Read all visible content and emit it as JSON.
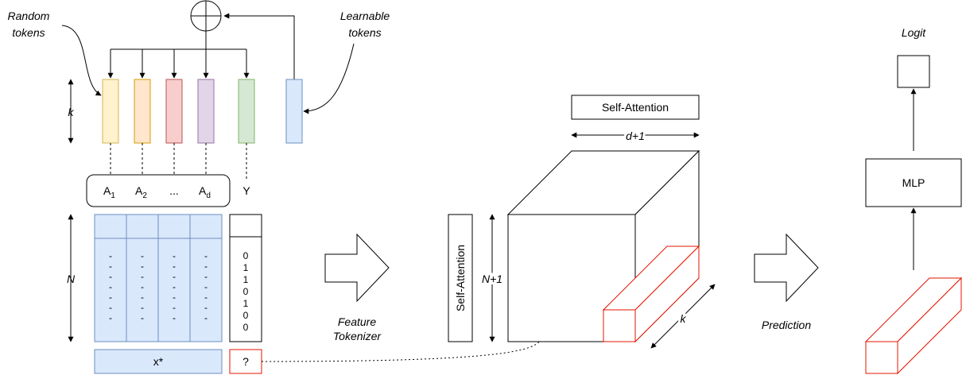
{
  "labels": {
    "random_tokens_line1": "Random",
    "random_tokens_line2": "tokens",
    "learnable_tokens_line1": "Learnable",
    "learnable_tokens_line2": "tokens",
    "k_dim": "k",
    "n_dim": "N",
    "attr_a": "A",
    "attr_sub_1": "1",
    "attr_sub_2": "2",
    "attr_sub_d": "d",
    "attr_ellipsis": "...",
    "target": "Y",
    "target_values": [
      "0",
      "1",
      "1",
      "0",
      "1",
      "0",
      "0"
    ],
    "cell_dash": "-",
    "query_row": "x*",
    "query_target": "?",
    "feature_tokenizer_line1": "Feature",
    "feature_tokenizer_line2": "Tokenizer",
    "self_attention_top": "Self-Attention",
    "self_attention_side": "Self-Attention",
    "d_plus_1": "d+1",
    "n_plus_1": "N+1",
    "cube_k": "k",
    "prediction": "Prediction",
    "mlp": "MLP",
    "logit": "Logit"
  },
  "colors": {
    "token_fills": [
      "#fff2cc",
      "#ffe6cc",
      "#f8cecc",
      "#e1d5e7",
      "#d5e8d4",
      "#dae8fc"
    ],
    "token_strokes": [
      "#d6b656",
      "#d79b00",
      "#b85450",
      "#9673a6",
      "#82b366",
      "#6c8ebf"
    ],
    "table_fill": "#dae8fc",
    "table_stroke": "#6c8ebf",
    "highlight_red": "#e51400"
  }
}
